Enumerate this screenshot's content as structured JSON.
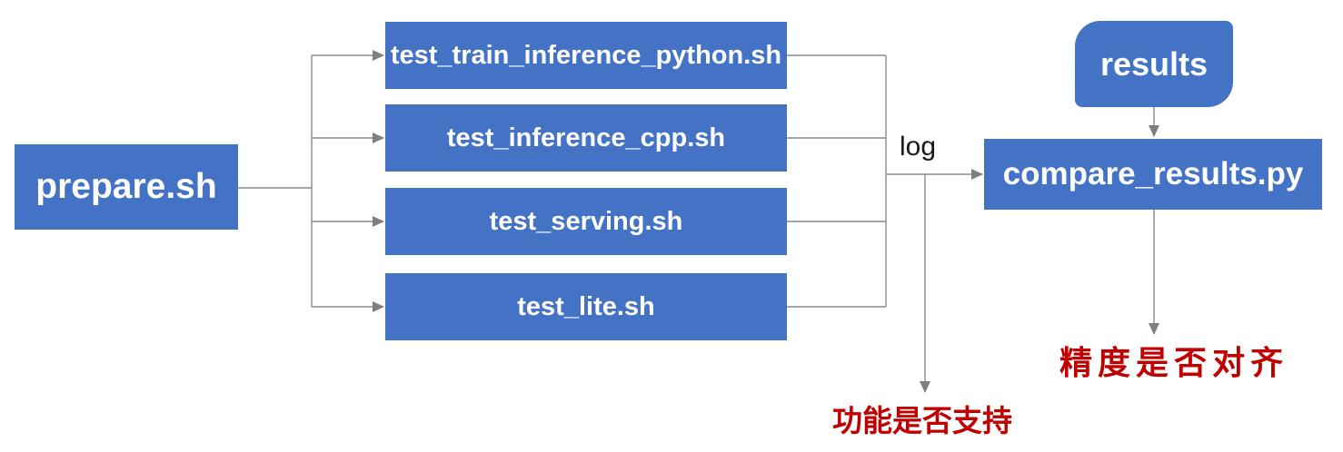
{
  "diagram": {
    "nodes": {
      "prepare": {
        "label": "prepare.sh"
      },
      "tests": [
        {
          "label": "test_train_inference_python.sh"
        },
        {
          "label": "test_inference_cpp.sh"
        },
        {
          "label": "test_serving.sh"
        },
        {
          "label": "test_lite.sh"
        }
      ],
      "results": {
        "label": "results"
      },
      "compare": {
        "label": "compare_results.py"
      }
    },
    "edge_labels": {
      "log": "log"
    },
    "annotations": {
      "precision_aligned": "精度是否对齐",
      "function_supported": "功能是否支持"
    },
    "colors": {
      "node_fill": "#4472C4",
      "node_text": "#ffffff",
      "annotation_red": "#C00000",
      "connector_gray": "#8a8a8a",
      "arrowhead_gray": "#7f7f7f",
      "edge_label_text": "#1a1a1a",
      "background": "#ffffff"
    }
  }
}
